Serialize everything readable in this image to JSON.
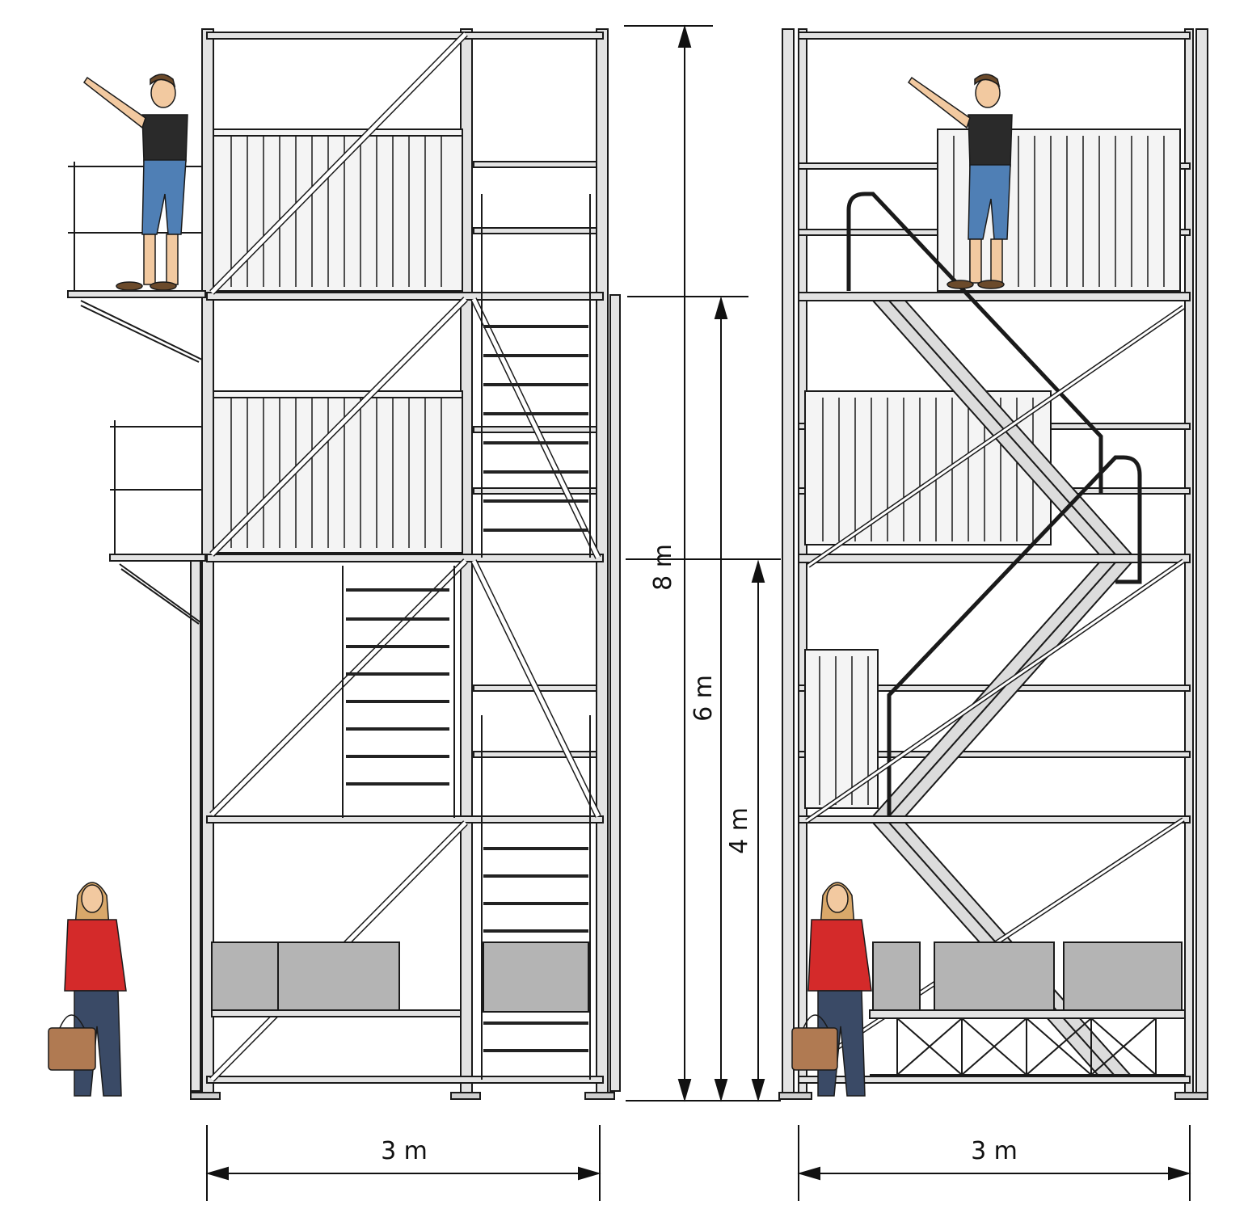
{
  "dimensions": {
    "height_total": "8 m",
    "height_mid": "6 m",
    "height_low": "4 m",
    "width_left": "3 m",
    "width_right": "3 m"
  },
  "colors": {
    "frame": "#d9d9d9",
    "outline": "#1a1a1a",
    "panel": "#b4b4b4",
    "stair_step": "#222222",
    "person_skin": "#f2c9a0",
    "shirt_black": "#2a2a2a",
    "jeans": "#4f7fb5",
    "jacket_red": "#d42a2a",
    "bag": "#b07a52"
  },
  "icons": [
    "person-pointing-icon",
    "woman-with-bag-icon",
    "scaffold-tower-icon",
    "dimension-arrow-icon"
  ]
}
